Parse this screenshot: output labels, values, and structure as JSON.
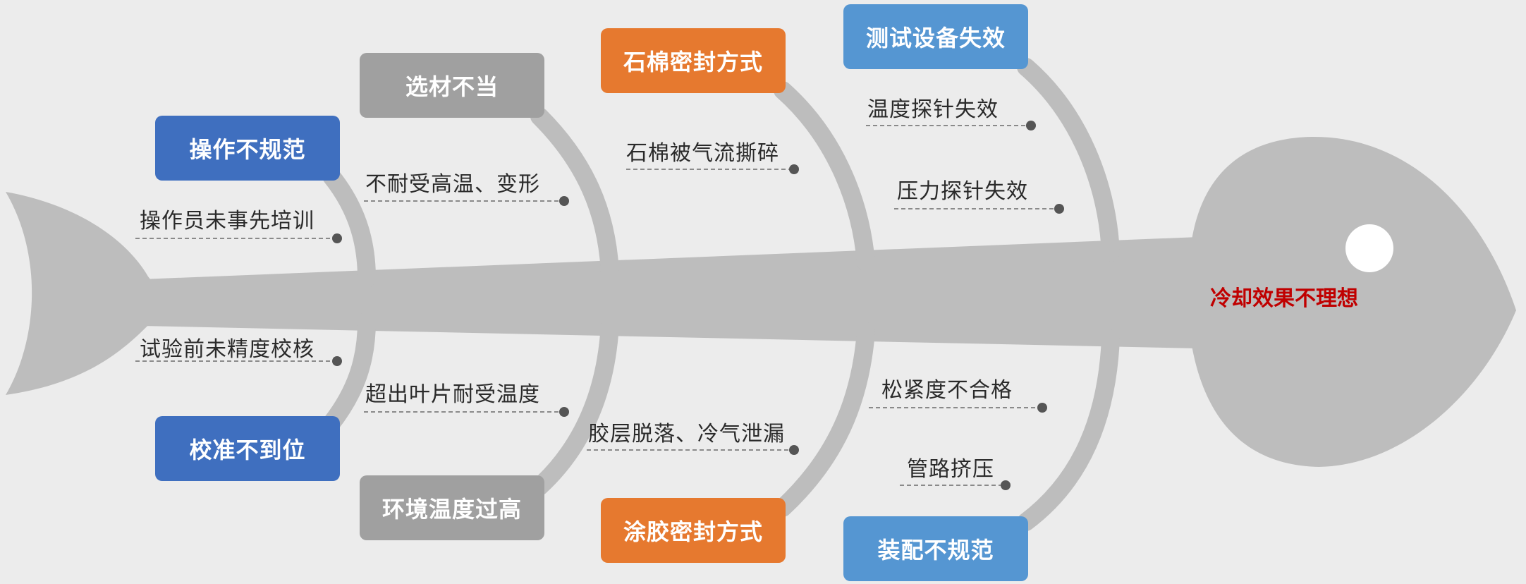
{
  "effect": "冷却效果不理想",
  "categories": {
    "top": [
      {
        "label": "操作不规范",
        "color": "#3f6fbf"
      },
      {
        "label": "选材不当",
        "color": "#a0a0a0"
      },
      {
        "label": "石棉密封方式",
        "color": "#e6792f"
      },
      {
        "label": "测试设备失效",
        "color": "#5596d2"
      }
    ],
    "bottom": [
      {
        "label": "校准不到位",
        "color": "#3f6fbf"
      },
      {
        "label": "环境温度过高",
        "color": "#a0a0a0"
      },
      {
        "label": "涂胶密封方式",
        "color": "#e6792f"
      },
      {
        "label": "装配不规范",
        "color": "#5596d2"
      }
    ]
  },
  "causes": {
    "top": [
      [
        "操作员未事先培训"
      ],
      [
        "不耐受高温、变形"
      ],
      [
        "石棉被气流撕碎"
      ],
      [
        "温度探针失效",
        "压力探针失效"
      ]
    ],
    "bottom": [
      [
        "试验前未精度校核"
      ],
      [
        "超出叶片耐受温度"
      ],
      [
        "胶层脱落、冷气泄漏"
      ],
      [
        "松紧度不合格",
        "管路挤压"
      ]
    ]
  }
}
